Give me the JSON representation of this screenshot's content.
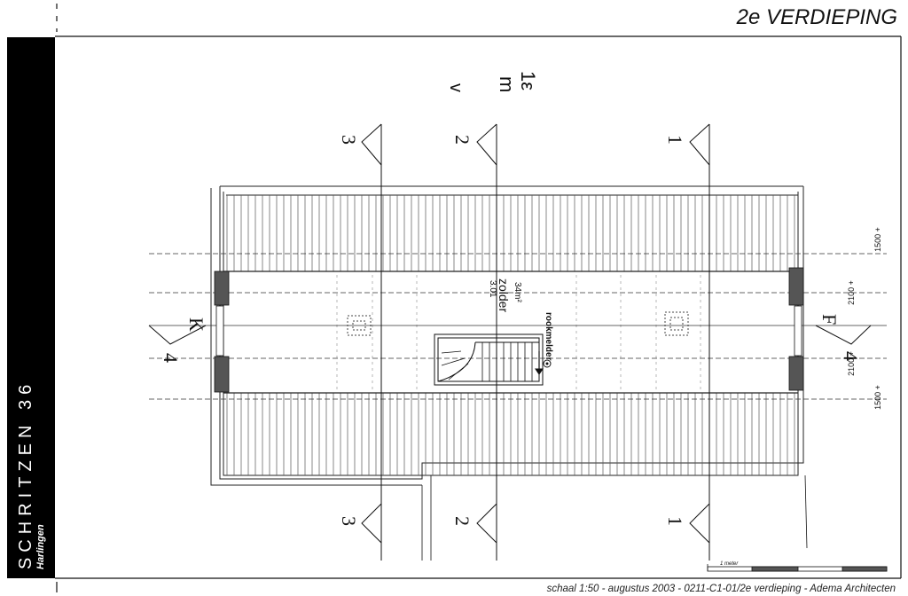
{
  "header": {
    "title": "2e VERDIEPING"
  },
  "sidebar": {
    "project": "SCHRITZEN 36",
    "city": "Harlingen"
  },
  "footer": {
    "caption": "schaal 1:50  -  augustus 2003  -  0211-C1-01/2e verdieping  -  Adema Architecten"
  },
  "room": {
    "height": "3.01",
    "name": "zolder",
    "area": "34m²"
  },
  "detector": {
    "label": "rookmelder"
  },
  "scalebar": {
    "label": "1 meter"
  },
  "top_marks": {
    "v": "v",
    "m": "m",
    "e": "1ε"
  },
  "section_markers": {
    "left_number": "4",
    "left_letter": "K",
    "right_number": "4",
    "right_letter": "F"
  },
  "axes": {
    "top": [
      "3",
      "2",
      "1"
    ],
    "bottom": [
      "3",
      "2",
      "1"
    ]
  },
  "dimensions": [
    "1500 +",
    "2100 +",
    "2100 +",
    "1500 +"
  ]
}
